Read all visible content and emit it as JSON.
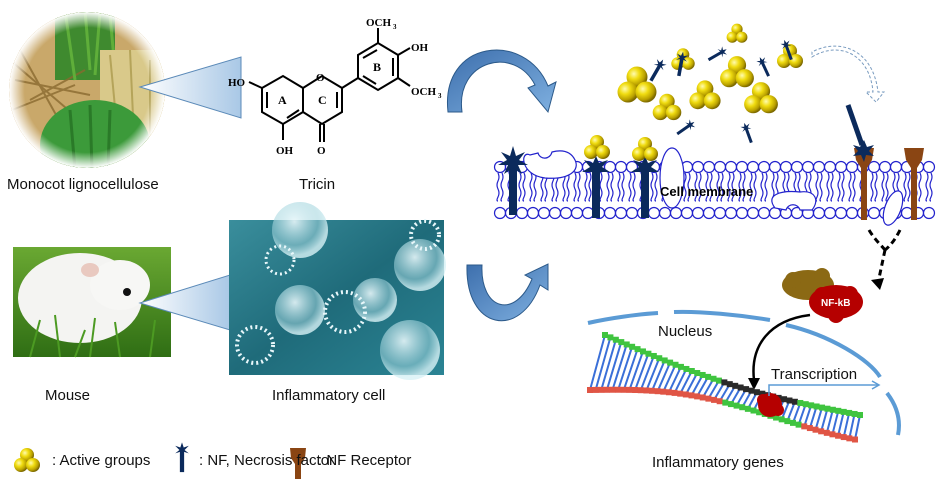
{
  "labels": {
    "monocot": "Monocot lignocellulose",
    "tricin": "Tricin",
    "mouse": "Mouse",
    "inflammatory_cell": "Inflammatory cell",
    "cell_membrane": "Cell membrane",
    "nucleus": "Nucleus",
    "transcription": "Transcription",
    "inflammatory_genes": "Inflammatory genes",
    "nfkb": "NF-kB"
  },
  "tricin_structure": {
    "substituents": {
      "ho_a": "HO",
      "oh_a": "OH",
      "ring_o": "O",
      "carbonyl_o": "O",
      "och3_top": "OCH",
      "och3_bottom": "OCH",
      "och3_sub": "3",
      "oh_b": "OH"
    },
    "rings": {
      "a": "A",
      "b": "B",
      "c": "C"
    }
  },
  "legend": [
    {
      "icon": "active-group-icon",
      "text": ": Active groups"
    },
    {
      "icon": "necrosis-factor-icon",
      "text": ": NF, Necrosis factor"
    },
    {
      "icon": "nf-receptor-icon",
      "text": ": NF Receptor"
    }
  ],
  "colors": {
    "arrow_blue": "#4f81bd",
    "membrane_blue": "#1f1fd1",
    "nf_navy": "#0b2a5c",
    "receptor_brown": "#8a4513",
    "gold": "#e0c800",
    "nfkb_red": "#b50000",
    "complex_brown": "#8b6914",
    "nucleus_blue": "#5b9bd5",
    "cell_teal": "#2b7e8c"
  }
}
